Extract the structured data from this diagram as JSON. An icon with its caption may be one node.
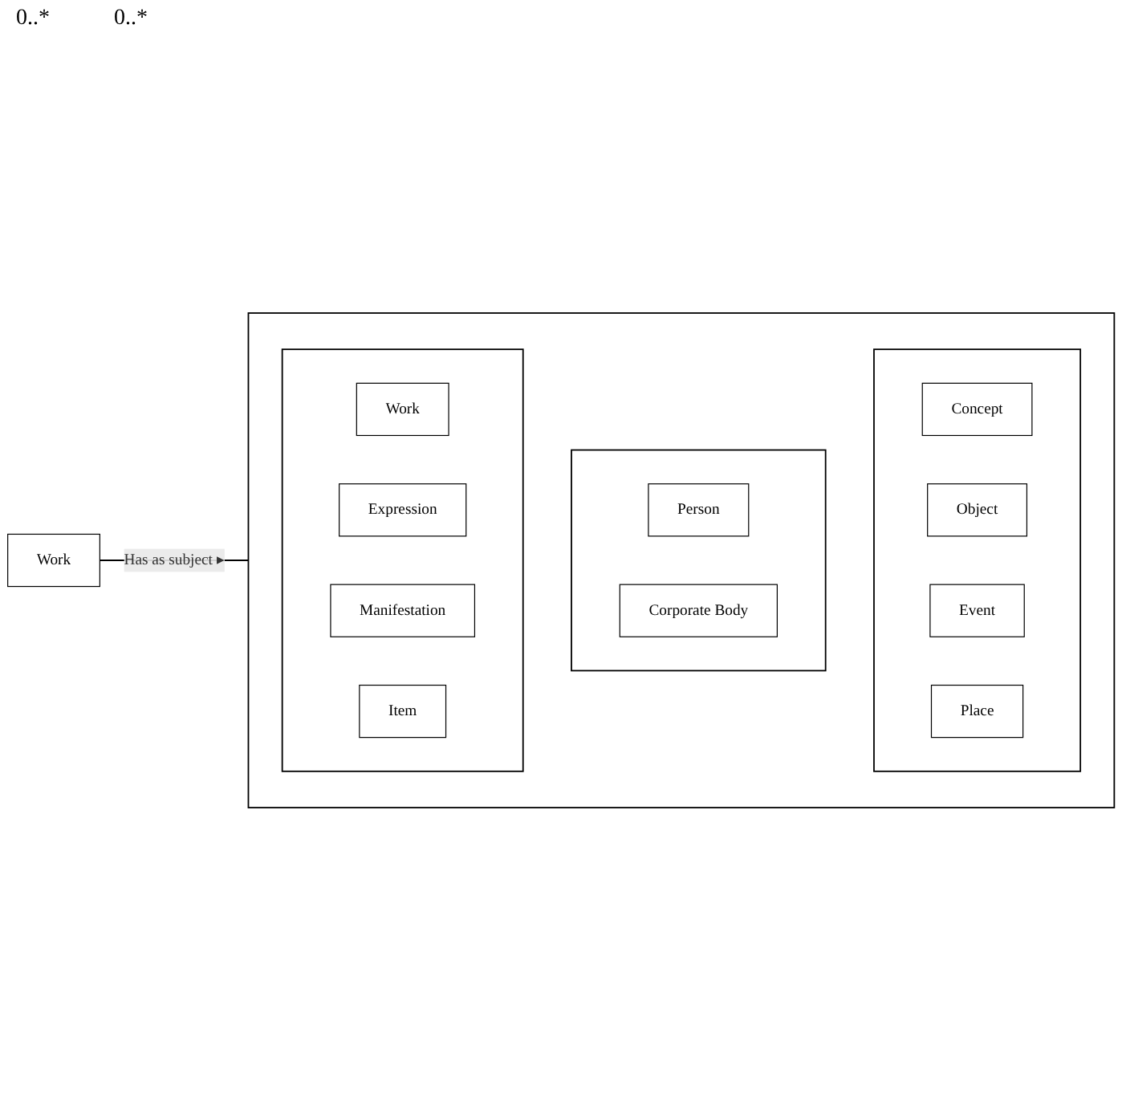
{
  "diagram": {
    "nodes": [
      {
        "text": [
          "Work"
        ]
      },
      {
        "text": [],
        "shape": "box"
      },
      {
        "text": [],
        "shape": "box",
        "in": 1
      },
      {
        "text": [
          "Work"
        ],
        "in": 2
      },
      {
        "text": [
          "Expression"
        ],
        "in": 2
      },
      {
        "text": [
          "Manifestation"
        ],
        "in": 2
      },
      {
        "text": [
          "Item"
        ],
        "in": 2
      },
      {
        "text": [],
        "shape": "box",
        "in": 1
      },
      {
        "text": [
          "Person"
        ],
        "in": 7
      },
      {
        "text": [
          "Corporate Body"
        ],
        "in": 7
      },
      {
        "text": [],
        "shape": "box",
        "in": 1
      },
      {
        "text": [
          "Concept"
        ],
        "in": 10
      },
      {
        "text": [
          "Object"
        ],
        "in": 10
      },
      {
        "text": [
          "Event"
        ],
        "in": 10
      },
      {
        "text": [
          "Place"
        ],
        "in": 10
      }
    ],
    "edges": [
      {
        "from": 0,
        "to": 1,
        "arrow": "none",
        "label": "Has as subject ▸"
      }
    ],
    "labels": [
      "0..*",
      "0..*"
    ]
  }
}
